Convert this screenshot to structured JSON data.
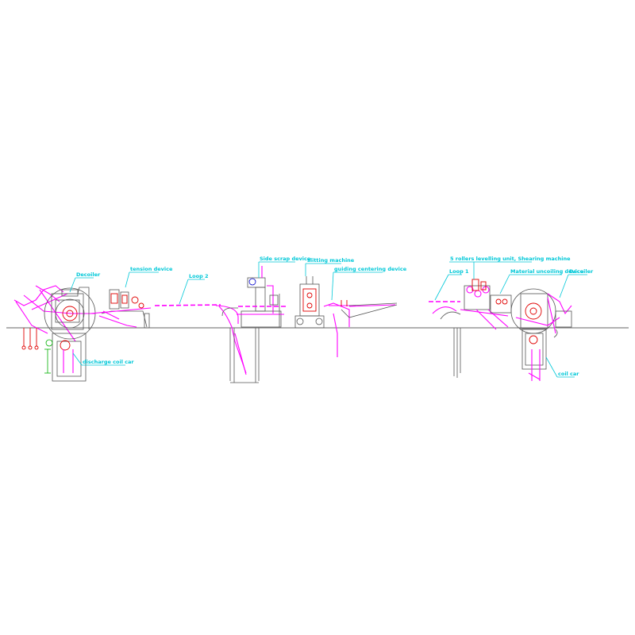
{
  "diagram": {
    "labels": {
      "decoiler_left": "Decoiler",
      "tension_device": "tension device",
      "loop2": "Loop 2",
      "side_scrap": "Side scrap device",
      "slitting": "slitting machine",
      "guiding": "guiding centering device",
      "levelling": "5 rollers levelling unit, Shearing machine",
      "loop1": "Loop 1",
      "material_uncoiling": "Material uncoiling device",
      "decoiler_right": "Decoiler",
      "discharge_car": "discharge coil car",
      "coil_car": "coil car"
    },
    "colors": {
      "label": "#00c8d8",
      "strip": "#ff00ff",
      "frame": "#555555",
      "accent": "#e00000"
    }
  }
}
